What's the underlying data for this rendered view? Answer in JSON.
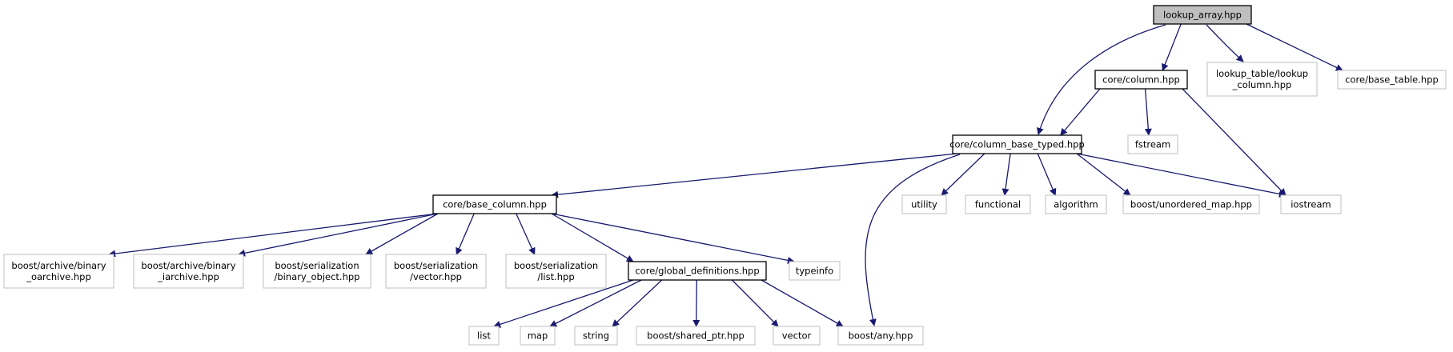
{
  "colors": {
    "edge": "#191970",
    "root_fill": "#bfbfbf",
    "external_border": "#bfbfbf"
  },
  "nodes": [
    {
      "id": "lookup_array",
      "lines": [
        "lookup_array.hpp"
      ],
      "kind": "root"
    },
    {
      "id": "column",
      "lines": [
        "core/column.hpp"
      ],
      "kind": "project"
    },
    {
      "id": "lookup_column",
      "lines": [
        "lookup_table/lookup",
        "_column.hpp"
      ],
      "kind": "external"
    },
    {
      "id": "base_table",
      "lines": [
        "core/base_table.hpp"
      ],
      "kind": "external"
    },
    {
      "id": "column_base_typed",
      "lines": [
        "core/column_base_typed.hpp"
      ],
      "kind": "project"
    },
    {
      "id": "fstream",
      "lines": [
        "fstream"
      ],
      "kind": "external"
    },
    {
      "id": "base_column",
      "lines": [
        "core/base_column.hpp"
      ],
      "kind": "project"
    },
    {
      "id": "utility",
      "lines": [
        "utility"
      ],
      "kind": "external"
    },
    {
      "id": "functional",
      "lines": [
        "functional"
      ],
      "kind": "external"
    },
    {
      "id": "algorithm",
      "lines": [
        "algorithm"
      ],
      "kind": "external"
    },
    {
      "id": "unordered_map",
      "lines": [
        "boost/unordered_map.hpp"
      ],
      "kind": "external"
    },
    {
      "id": "iostream",
      "lines": [
        "iostream"
      ],
      "kind": "external"
    },
    {
      "id": "binary_oarchive",
      "lines": [
        "boost/archive/binary",
        "_oarchive.hpp"
      ],
      "kind": "external"
    },
    {
      "id": "binary_iarchive",
      "lines": [
        "boost/archive/binary",
        "_iarchive.hpp"
      ],
      "kind": "external"
    },
    {
      "id": "binary_object",
      "lines": [
        "boost/serialization",
        "/binary_object.hpp"
      ],
      "kind": "external"
    },
    {
      "id": "ser_vector",
      "lines": [
        "boost/serialization",
        "/vector.hpp"
      ],
      "kind": "external"
    },
    {
      "id": "ser_list",
      "lines": [
        "boost/serialization",
        "/list.hpp"
      ],
      "kind": "external"
    },
    {
      "id": "global_definitions",
      "lines": [
        "core/global_definitions.hpp"
      ],
      "kind": "project"
    },
    {
      "id": "typeinfo",
      "lines": [
        "typeinfo"
      ],
      "kind": "external"
    },
    {
      "id": "list",
      "lines": [
        "list"
      ],
      "kind": "external"
    },
    {
      "id": "map",
      "lines": [
        "map"
      ],
      "kind": "external"
    },
    {
      "id": "string",
      "lines": [
        "string"
      ],
      "kind": "external"
    },
    {
      "id": "shared_ptr",
      "lines": [
        "boost/shared_ptr.hpp"
      ],
      "kind": "external"
    },
    {
      "id": "vector",
      "lines": [
        "vector"
      ],
      "kind": "external"
    },
    {
      "id": "boost_any",
      "lines": [
        "boost/any.hpp"
      ],
      "kind": "external"
    }
  ],
  "edges": [
    {
      "from": "lookup_array",
      "to": "column"
    },
    {
      "from": "lookup_array",
      "to": "column_base_typed"
    },
    {
      "from": "lookup_array",
      "to": "lookup_column"
    },
    {
      "from": "lookup_array",
      "to": "base_table"
    },
    {
      "from": "column",
      "to": "column_base_typed"
    },
    {
      "from": "column",
      "to": "fstream"
    },
    {
      "from": "column",
      "to": "iostream"
    },
    {
      "from": "column_base_typed",
      "to": "base_column"
    },
    {
      "from": "column_base_typed",
      "to": "utility"
    },
    {
      "from": "column_base_typed",
      "to": "functional"
    },
    {
      "from": "column_base_typed",
      "to": "algorithm"
    },
    {
      "from": "column_base_typed",
      "to": "unordered_map"
    },
    {
      "from": "column_base_typed",
      "to": "iostream"
    },
    {
      "from": "column_base_typed",
      "to": "boost_any"
    },
    {
      "from": "base_column",
      "to": "binary_oarchive"
    },
    {
      "from": "base_column",
      "to": "binary_iarchive"
    },
    {
      "from": "base_column",
      "to": "binary_object"
    },
    {
      "from": "base_column",
      "to": "ser_vector"
    },
    {
      "from": "base_column",
      "to": "ser_list"
    },
    {
      "from": "base_column",
      "to": "global_definitions"
    },
    {
      "from": "base_column",
      "to": "typeinfo"
    },
    {
      "from": "global_definitions",
      "to": "list"
    },
    {
      "from": "global_definitions",
      "to": "map"
    },
    {
      "from": "global_definitions",
      "to": "string"
    },
    {
      "from": "global_definitions",
      "to": "shared_ptr"
    },
    {
      "from": "global_definitions",
      "to": "vector"
    },
    {
      "from": "global_definitions",
      "to": "boost_any"
    }
  ]
}
